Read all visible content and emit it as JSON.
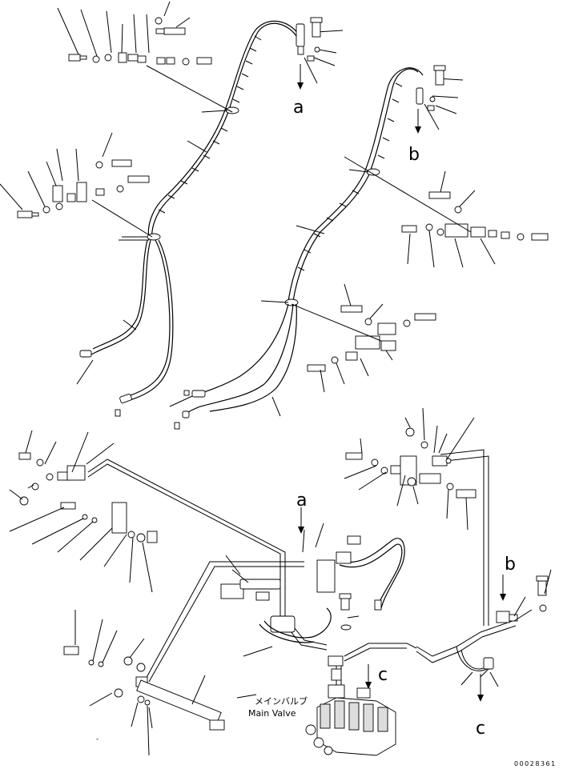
{
  "callouts": {
    "a_top": "a",
    "b_top": "b",
    "a_bottom": "a",
    "b_bottom": "b",
    "c_left": "c",
    "c_right": "c"
  },
  "main_valve": {
    "label_jp": "メインバルブ",
    "label_en": "Main Valve"
  },
  "drawing_number": "00028361"
}
